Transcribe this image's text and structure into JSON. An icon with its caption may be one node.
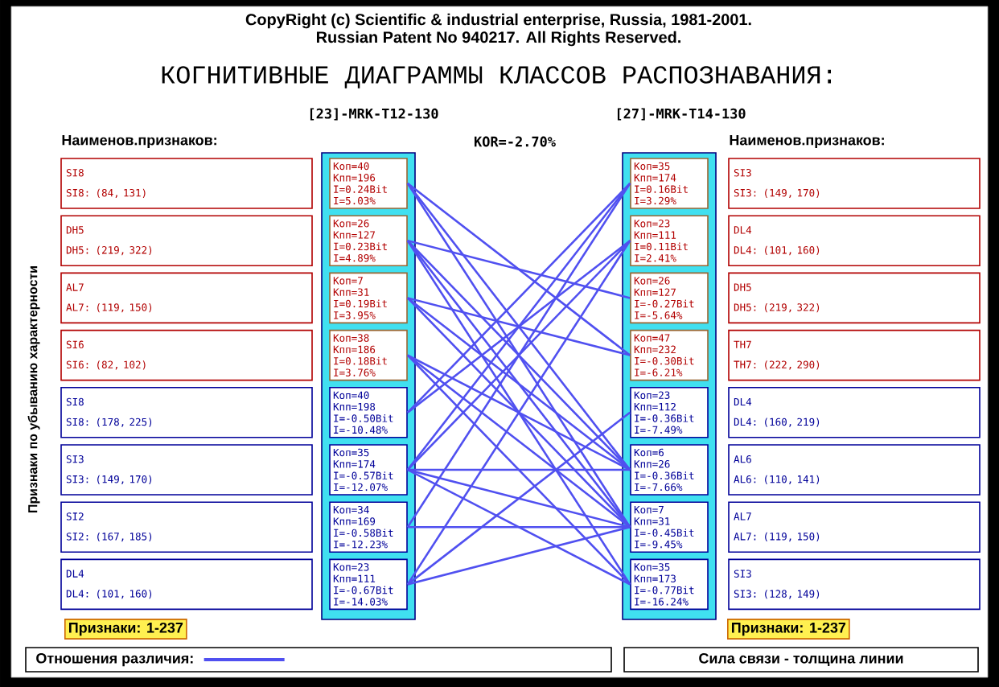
{
  "diagram": {
    "title": "КОГНИТИВНЫЕ ДИАГРАММЫ КЛАССОВ РАСПОЗНАВАНИЯ:",
    "nodes": [
      {
        "text": [],
        "shape": "box"
      },
      {
        "text": [
          "Коп=40",
          "Кпп=196",
          "I=0.24Bit",
          "I=5.03%"
        ],
        "in": 0
      },
      {
        "text": [
          "Коп=26",
          "Кпп=127",
          "I=0.23Bit",
          "I=4.89%"
        ],
        "in": 0
      },
      {
        "text": [
          "Коп=7",
          "Кпп=31",
          "I=0.19Bit",
          "I=3.95%"
        ],
        "in": 0
      },
      {
        "text": [
          "Коп=38",
          "Кпп=186",
          "I=0.18Bit",
          "I=3.76%"
        ],
        "in": 0
      },
      {
        "text": [
          "Коп=40",
          "Кпп=198",
          "I=-0.50Bit",
          "I=-10.48%"
        ],
        "in": 0
      },
      {
        "text": [
          "Коп=35",
          "Кпп=174",
          "I=-0.57Bit",
          "I=-12.07%"
        ],
        "in": 0
      },
      {
        "text": [
          "Коп=34",
          "Кпп=169",
          "I=-0.58Bit",
          "I=-12.23%"
        ],
        "in": 0
      },
      {
        "text": [
          "Коп=23",
          "Кпп=111",
          "I=-0.67Bit",
          "I=-14.03%"
        ],
        "in": 0
      },
      {
        "text": [],
        "shape": "box"
      },
      {
        "text": [
          "Коп=35",
          "Кпп=174",
          "I=0.16Bit",
          "I=3.29%"
        ],
        "in": 9
      },
      {
        "text": [
          "Коп=23",
          "Кпп=111",
          "I=0.11Bit",
          "I=2.41%"
        ],
        "in": 9
      },
      {
        "text": [
          "Коп=26",
          "Кпп=127",
          "I=-0.27Bit",
          "I=-5.64%"
        ],
        "in": 9
      },
      {
        "text": [
          "Коп=47",
          "Кпп=232",
          "I=-0.30Bit",
          "I=-6.21%"
        ],
        "in": 9
      },
      {
        "text": [
          "Коп=23",
          "Кпп=112",
          "I=-0.36Bit",
          "I=-7.49%"
        ],
        "in": 9
      },
      {
        "text": [
          "Коп=6",
          "Кпп=26",
          "I=-0.36Bit",
          "I=-7.66%"
        ],
        "in": 9
      },
      {
        "text": [
          "Коп=7",
          "Кпп=31",
          "I=-0.45Bit",
          "I=-9.45%"
        ],
        "in": 9
      },
      {
        "text": [
          "Коп=35",
          "Кпп=173",
          "I=-0.77Bit",
          "I=-16.24%"
        ],
        "in": 9
      },
      {
        "text": [
          "SI8",
          "SI8: (84, 131)"
        ]
      },
      {
        "text": [
          "DH5",
          "DH5: (219, 322)"
        ]
      },
      {
        "text": [
          "AL7",
          "AL7: (119, 150)"
        ]
      },
      {
        "text": [
          "SI6",
          "SI6: (82, 102)"
        ]
      },
      {
        "text": [
          "SI8",
          "SI8: (178, 225)"
        ]
      },
      {
        "text": [
          "SI3",
          "SI3: (149, 170)"
        ]
      },
      {
        "text": [
          "SI2",
          "SI2: (167, 185)"
        ]
      },
      {
        "text": [
          "DL4",
          "DL4: (101, 160)"
        ]
      },
      {
        "text": [
          "SI3",
          "SI3: (149, 170)"
        ]
      },
      {
        "text": [
          "DL4",
          "DL4: (101, 160)"
        ]
      },
      {
        "text": [
          "DH5",
          "DH5: (219, 322)"
        ]
      },
      {
        "text": [
          "TH7",
          "TH7: (222, 290)"
        ]
      },
      {
        "text": [
          "DL4",
          "DL4: (160, 219)"
        ]
      },
      {
        "text": [
          "AL6",
          "AL6: (110, 141)"
        ]
      },
      {
        "text": [
          "AL7",
          "AL7: (119, 150)"
        ]
      },
      {
        "text": [
          "SI3",
          "SI3: (128, 149)"
        ]
      }
    ],
    "edges": [
      {
        "from": 1,
        "to": 13,
        "arrow": "none"
      },
      {
        "from": 1,
        "to": 15,
        "arrow": "none"
      },
      {
        "from": 1,
        "to": 16,
        "arrow": "none"
      },
      {
        "from": 2,
        "to": 12,
        "arrow": "none"
      },
      {
        "from": 2,
        "to": 15,
        "arrow": "none"
      },
      {
        "from": 2,
        "to": 16,
        "arrow": "none"
      },
      {
        "from": 2,
        "to": 17,
        "arrow": "none"
      },
      {
        "from": 3,
        "to": 13,
        "arrow": "none"
      },
      {
        "from": 3,
        "to": 15,
        "arrow": "none"
      },
      {
        "from": 3,
        "to": 16,
        "arrow": "none"
      },
      {
        "from": 4,
        "to": 15,
        "arrow": "none"
      },
      {
        "from": 4,
        "to": 16,
        "arrow": "none"
      },
      {
        "from": 4,
        "to": 17,
        "arrow": "none"
      },
      {
        "from": 5,
        "to": 10,
        "arrow": "none"
      },
      {
        "from": 5,
        "to": 11,
        "arrow": "none"
      },
      {
        "from": 6,
        "to": 10,
        "arrow": "none"
      },
      {
        "from": 6,
        "to": 11,
        "arrow": "none"
      },
      {
        "from": 6,
        "to": 15,
        "arrow": "none"
      },
      {
        "from": 6,
        "to": 16,
        "arrow": "none"
      },
      {
        "from": 6,
        "to": 17,
        "arrow": "none"
      },
      {
        "from": 7,
        "to": 10,
        "arrow": "none"
      },
      {
        "from": 7,
        "to": 16,
        "arrow": "none"
      },
      {
        "from": 8,
        "to": 11,
        "arrow": "none"
      },
      {
        "from": 8,
        "to": 14,
        "arrow": "none"
      },
      {
        "from": 8,
        "to": 16,
        "arrow": "none"
      }
    ],
    "labels": [
      "CopyRight (c) Scientific & industrial enterprise, Russia, 1981-2001.",
      "Russian Patent No 940217. All Rights Reserved.",
      "[23]-MRK-T12-130",
      "[27]-MRK-T14-130",
      "Наименов.признаков:",
      "KOR=-2.70%",
      "Наименов.признаков:",
      "Признаки по убыванию характерности",
      "Признаки: 1-237",
      "Признаки: 1-237",
      "Сила связи - толщина линии"
    ],
    "legend": [
      {
        "text": "Отношения различия:"
      }
    ]
  }
}
